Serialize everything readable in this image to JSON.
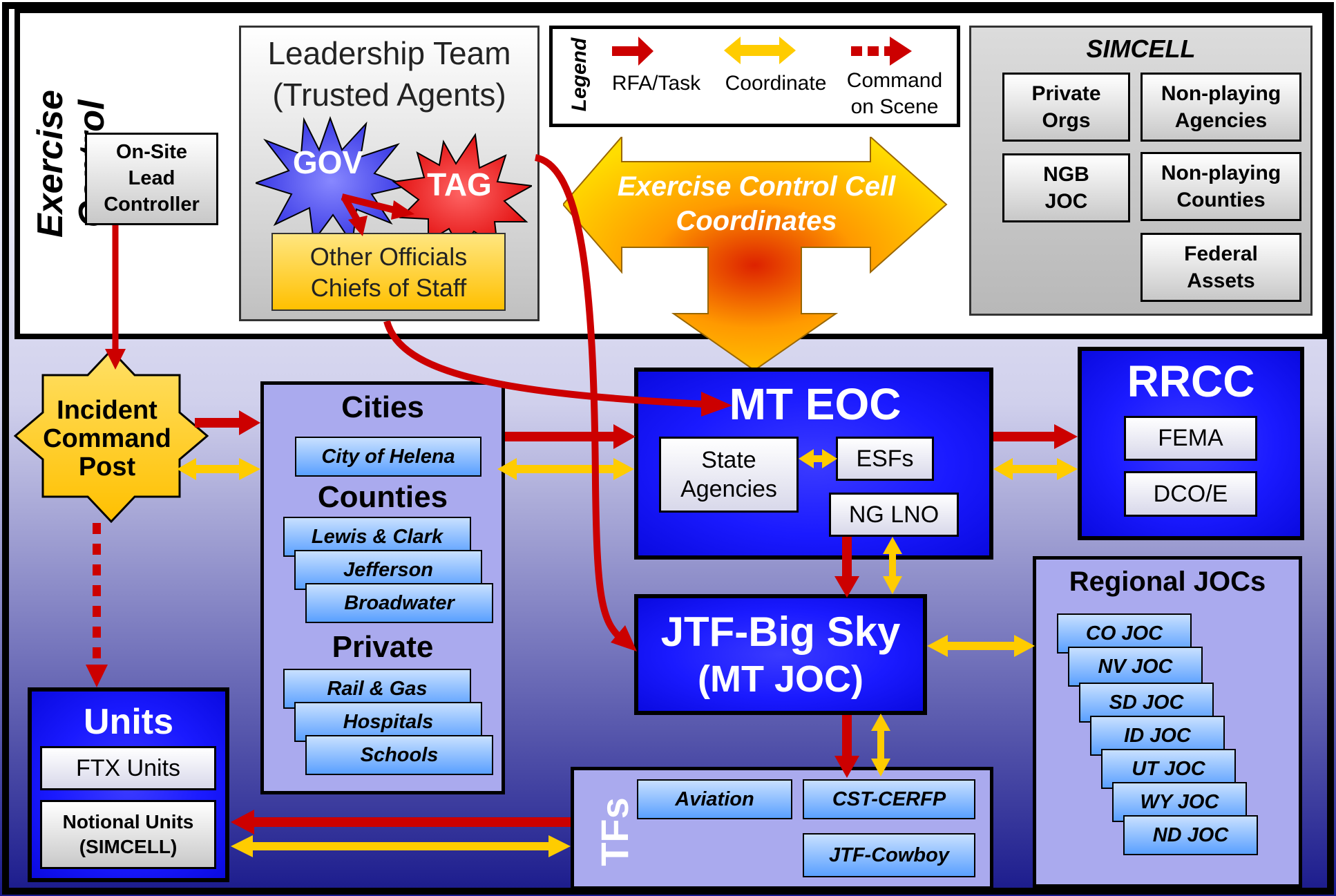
{
  "exercise_control": {
    "title": "Exercise Control"
  },
  "on_site": {
    "line1": "On-Site",
    "line2": "Lead",
    "line3": "Controller"
  },
  "leadership": {
    "title1": "Leadership Team",
    "title2": "(Trusted Agents)",
    "gov": "GOV",
    "tag": "TAG",
    "officials1": "Other Officials",
    "officials2": "Chiefs of Staff"
  },
  "legend": {
    "title": "Legend",
    "rfa": "RFA/Task",
    "coordinate": "Coordinate",
    "command1": "Command",
    "command2": "on Scene"
  },
  "simcell": {
    "title": "SIMCELL",
    "private1": "Private",
    "private2": "Orgs",
    "nonplay_ag1": "Non-playing",
    "nonplay_ag2": "Agencies",
    "ngb1": "NGB",
    "ngb2": "JOC",
    "nonplay_co1": "Non-playing",
    "nonplay_co2": "Counties",
    "federal1": "Federal",
    "federal2": "Assets"
  },
  "ecc": {
    "line1": "Exercise Control Cell",
    "line2": "Coordinates"
  },
  "icp": {
    "line1": "Incident",
    "line2": "Command",
    "line3": "Post"
  },
  "cities": {
    "title": "Cities",
    "helena": "City of Helena",
    "counties_title": "Counties",
    "counties": [
      "Lewis & Clark",
      "Jefferson",
      "Broadwater"
    ],
    "private_title": "Private",
    "private": [
      "Rail & Gas",
      "Hospitals",
      "Schools"
    ]
  },
  "mteoc": {
    "title": "MT EOC",
    "state1": "State",
    "state2": "Agencies",
    "esfs": "ESFs",
    "nglno": "NG LNO"
  },
  "rrcc": {
    "title": "RRCC",
    "fema": "FEMA",
    "dco": "DCO/E"
  },
  "jtf": {
    "line1": "JTF-Big Sky",
    "line2": "(MT JOC)"
  },
  "regional": {
    "title": "Regional JOCs",
    "jocs": [
      "CO JOC",
      "NV JOC",
      "SD JOC",
      "ID JOC",
      "UT JOC",
      "WY JOC",
      "ND JOC"
    ]
  },
  "units": {
    "title": "Units",
    "ftx": "FTX Units",
    "notional1": "Notional Units",
    "notional2": "(SIMCELL)"
  },
  "tfs": {
    "title": "TFs",
    "aviation": "Aviation",
    "cst": "CST-CERFP",
    "cowboy": "JTF-Cowboy"
  },
  "colors": {
    "rfa_red": "#cc0000",
    "coordinate_yellow": "#ffcc00",
    "panel_blue": "#1a1aff",
    "panel_lavender": "#aaaaee"
  }
}
